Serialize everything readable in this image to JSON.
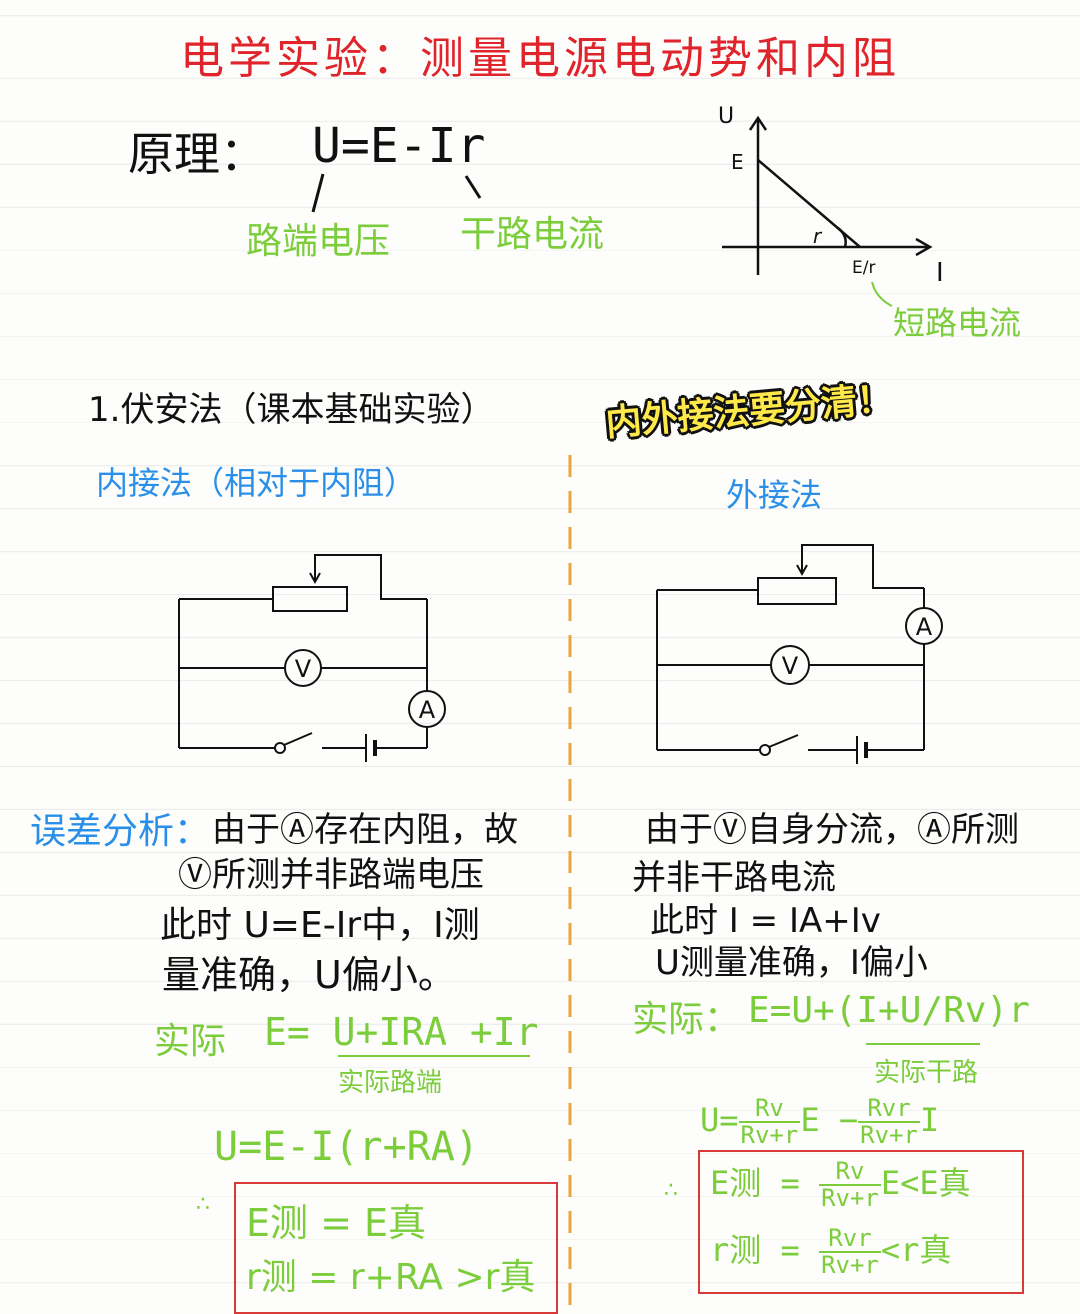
{
  "title": "电学实验：测量电源电动势和内阻",
  "principle": {
    "label": "原理：",
    "formula": "U=E-Ir",
    "note_U": "路端电压",
    "note_I": "干路电流"
  },
  "graph": {
    "y_axis": "U",
    "y_intercept": "E",
    "x_axis": "I",
    "slope_label": "r",
    "x_intercept": "E/r",
    "x_intercept_note": "短路电流"
  },
  "method_heading": "1.伏安法（课本基础实验）",
  "sticker": "内外接法要分清！",
  "left": {
    "heading": "内接法（相对于内阻）",
    "analysis_label": "误差分析：",
    "lines": [
      "由于Ⓐ存在内阻，故",
      "Ⓥ所测并非路端电压",
      "此时 U=E-Ir中，I测",
      "量准确，U偏小。"
    ],
    "actual_label": "实际",
    "actual_formula": "E= U+IRA +Ir",
    "actual_note": "实际路端",
    "u_formula": "U=E-I(r+RA)",
    "therefore": "∴",
    "result_E": "E测 = E真",
    "result_r": "r测 = r+RA >r真"
  },
  "right": {
    "heading": "外接法",
    "lines": [
      "由于Ⓥ自身分流，Ⓐ所测",
      "并非干路电流",
      "此时 I = IA+Iv",
      "U测量准确，I偏小"
    ],
    "actual_label": "实际：",
    "actual_formula": "E=U+(I+U/Rv)r",
    "actual_note": "实际干路",
    "u_pre": "U=",
    "u_frac1_num": "Rv",
    "u_frac1_den": "Rv+r",
    "u_mid": "E −",
    "u_frac2_num": "Rvr",
    "u_frac2_den": "Rv+r",
    "u_post": "I",
    "therefore": "∴",
    "e_pre": "E测 =",
    "e_frac_num": "Rv",
    "e_frac_den": "Rv+r",
    "e_post": "E<E真",
    "r_pre": "r测 =",
    "r_frac_num": "Rvr",
    "r_frac_den": "Rv+r",
    "r_post": "<r真"
  },
  "meters": {
    "voltmeter": "V",
    "ammeter": "A"
  },
  "colors": {
    "title": "#e0242b",
    "green": "#7ccd3c",
    "blue": "#2a8fe8",
    "sticker": "#ffe94a",
    "box": "#d83a3a",
    "divider": "#f0a33a"
  }
}
